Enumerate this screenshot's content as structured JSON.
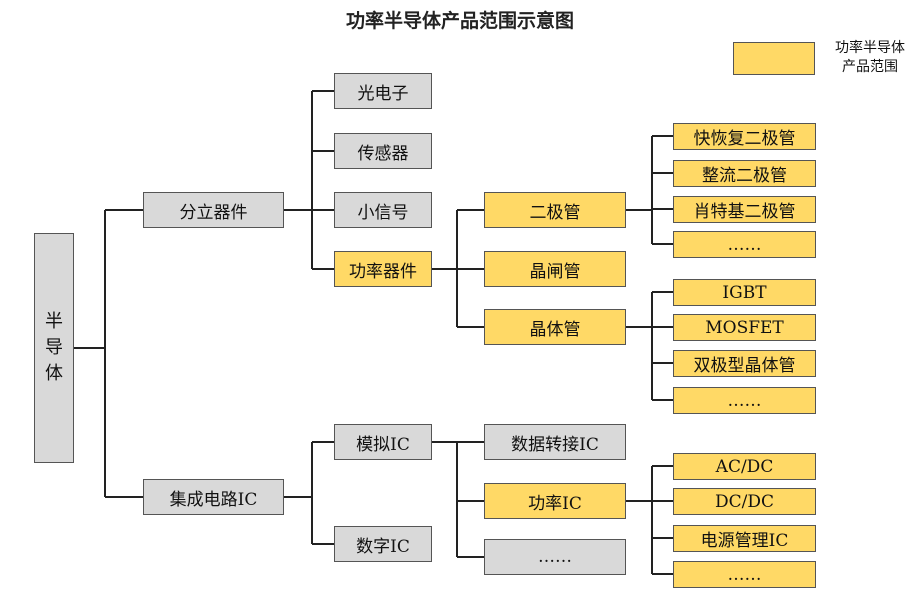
{
  "title": "功率半导体产品范围示意图",
  "legend": {
    "line1": "功率半导体",
    "line2": "产品范围",
    "color": "#ffd966"
  },
  "colors": {
    "gray": "#d9d9d9",
    "yellow": "#ffd966",
    "line": "#222222"
  },
  "nodes": {
    "root": [
      "半",
      "导",
      "体"
    ],
    "discrete": "分立器件",
    "ic": "集成电路IC",
    "optoelectronics": "光电子",
    "sensor": "传感器",
    "small_signal": "小信号",
    "power_device": "功率器件",
    "diode": "二极管",
    "thyristor": "晶闸管",
    "transistor": "晶体管",
    "fast_recovery_diode": "快恢复二极管",
    "rectifier_diode": "整流二极管",
    "schottky_diode": "肖特基二极管",
    "diode_more": "……",
    "igbt": "IGBT",
    "mosfet": "MOSFET",
    "bjt": "双极型晶体管",
    "transistor_more": "……",
    "analog_ic": "模拟IC",
    "digital_ic": "数字IC",
    "data_converter_ic": "数据转接IC",
    "power_ic": "功率IC",
    "analog_more": "……",
    "acdc": "AC/DC",
    "dcdc": "DC/DC",
    "pmic": "电源管理IC",
    "power_ic_more": "……"
  }
}
